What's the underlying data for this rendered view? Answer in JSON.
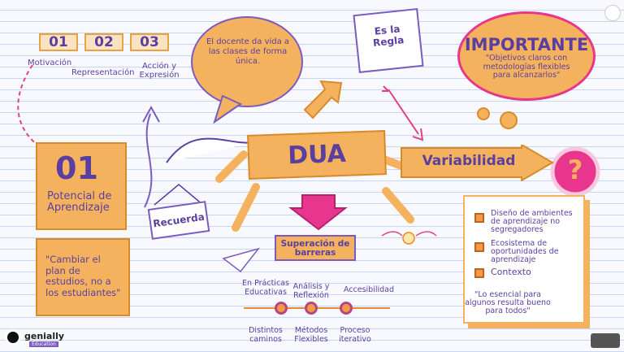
{
  "steps": [
    {
      "num": "01",
      "label": "Motivación"
    },
    {
      "num": "02",
      "label": "Representación"
    },
    {
      "num": "03",
      "label": "Acción y Expresión"
    }
  ],
  "card_01": {
    "num": "01",
    "label": "Potencial de Aprendizaje"
  },
  "quote_card": {
    "text": "\"Cambiar el plan de estudios, no a los estudiantes\""
  },
  "bubble": {
    "text": "El docente da vida a las clases de forma única."
  },
  "rule_note": {
    "text": "Es la Regla"
  },
  "importante": {
    "title": "IMPORTANTE",
    "text": "\"Objetivos claros con metodologías flexibles para alcanzarlos\""
  },
  "center": {
    "title": "DUA"
  },
  "variabilidad": {
    "label": "Variabilidad"
  },
  "recuerda": {
    "label": "Recuerda"
  },
  "superacion": {
    "label": "Superación de barreras"
  },
  "practices": [
    {
      "top": "En Prácticas Educativas",
      "bottom": "Distintos caminos"
    },
    {
      "top": "Análisis y Reflexión",
      "bottom": "Métodos Flexibles"
    },
    {
      "top": "Accesibilidad",
      "bottom": "Proceso iterativo"
    }
  ],
  "list": [
    {
      "text": "Diseño de ambientes de aprendizaje no segregadores"
    },
    {
      "text": "Ecosistema de oportunidades de aprendizaje"
    },
    {
      "text": "Contexto"
    }
  ],
  "list_quote": {
    "text": "\"Lo esencial para algunos resulta bueno para todos\""
  },
  "question": {
    "symbol": "?"
  },
  "brand": {
    "name": "genially",
    "tag": "Education"
  },
  "colors": {
    "orange": "#f4b25e",
    "purple": "#5b3fa0",
    "pink": "#e8368f"
  }
}
